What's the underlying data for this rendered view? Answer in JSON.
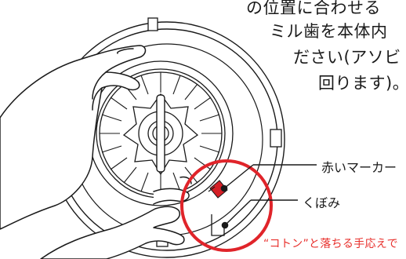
{
  "instructions": {
    "line1": "の位置に合わせる",
    "line2": "ミル歯を本体内",
    "line3": "ださい(アソビ",
    "line4": "回ります)。"
  },
  "callouts": {
    "red_marker": "赤いマーカー",
    "recess": "くぼみ"
  },
  "note": {
    "text": "“コトン”と落ちる手応えで",
    "color": "#e8302c"
  },
  "colors": {
    "line": "#1a1a1a",
    "highlight_circle": "#e0242a",
    "marker_fill": "#d51f26"
  }
}
